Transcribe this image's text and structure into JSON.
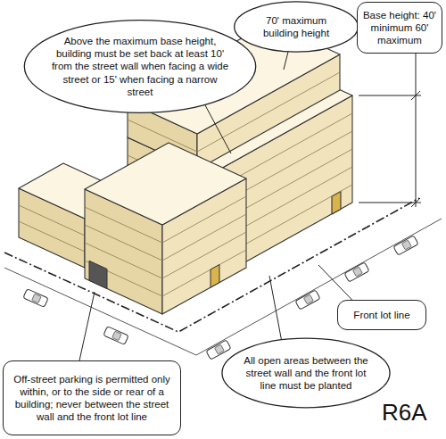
{
  "diagram": {
    "nodes": [
      {
        "text": [
          "Above the maximum base height, building must be set back at least 10' from the street wall when facing a wide street or 15' when facing a narrow street"
        ]
      },
      {
        "text": [
          "70' maximum building height"
        ]
      },
      {
        "text": [
          "Base height: 40' minimum 60' maximum"
        ]
      },
      {
        "text": [
          "Front lot line"
        ]
      },
      {
        "text": [
          "All open areas between the street wall and the front lot line must be planted"
        ]
      },
      {
        "text": [
          "Off-street parking is permitted only within, or to the side or rear of a building; never between the street wall and the front lot line"
        ]
      }
    ],
    "labels": [
      "R6A"
    ]
  }
}
